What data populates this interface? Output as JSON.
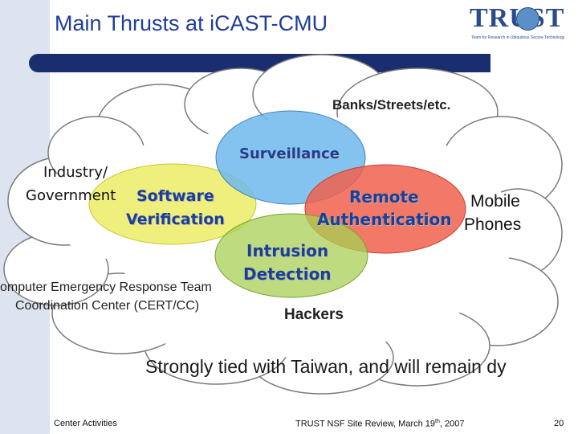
{
  "header": {
    "title": "Main Thrusts at iCAST-CMU",
    "logo_text": "TRUST",
    "logo_subtitle": "Team for Research in Ubiquitous Secure Technology"
  },
  "diagram": {
    "banks": "Banks/Streets/etc.",
    "industry_line1": "Industry/",
    "industry_line2": "Government",
    "surveillance": "Surveillance",
    "software_line1": "Software",
    "software_line2": "Verification",
    "remote_line1": "Remote",
    "remote_line2": "Authentication",
    "mobile_line1": "Mobile",
    "mobile_line2": "Phones",
    "intrusion_line1": "Intrusion",
    "intrusion_line2": "Detection",
    "cert_line1": "omputer Emergency Response Team",
    "cert_line2": "Coordination Center (CERT/CC)",
    "hackers": "Hackers",
    "tagline": "Strongly tied with Taiwan, and will remain dy"
  },
  "colors": {
    "surveillance_fill": "#6fb8ec",
    "software_fill": "#eaea52",
    "remote_fill": "#f0604e",
    "intrusion_fill": "#a8d054",
    "title": "#1f3d9a",
    "bar": "#1a2d6e"
  },
  "footer": {
    "left": "Center Activities",
    "center": "TRUST NSF Site Review, March 19",
    "center_sup": "th",
    "center_year": ", 2007",
    "page": "20"
  }
}
